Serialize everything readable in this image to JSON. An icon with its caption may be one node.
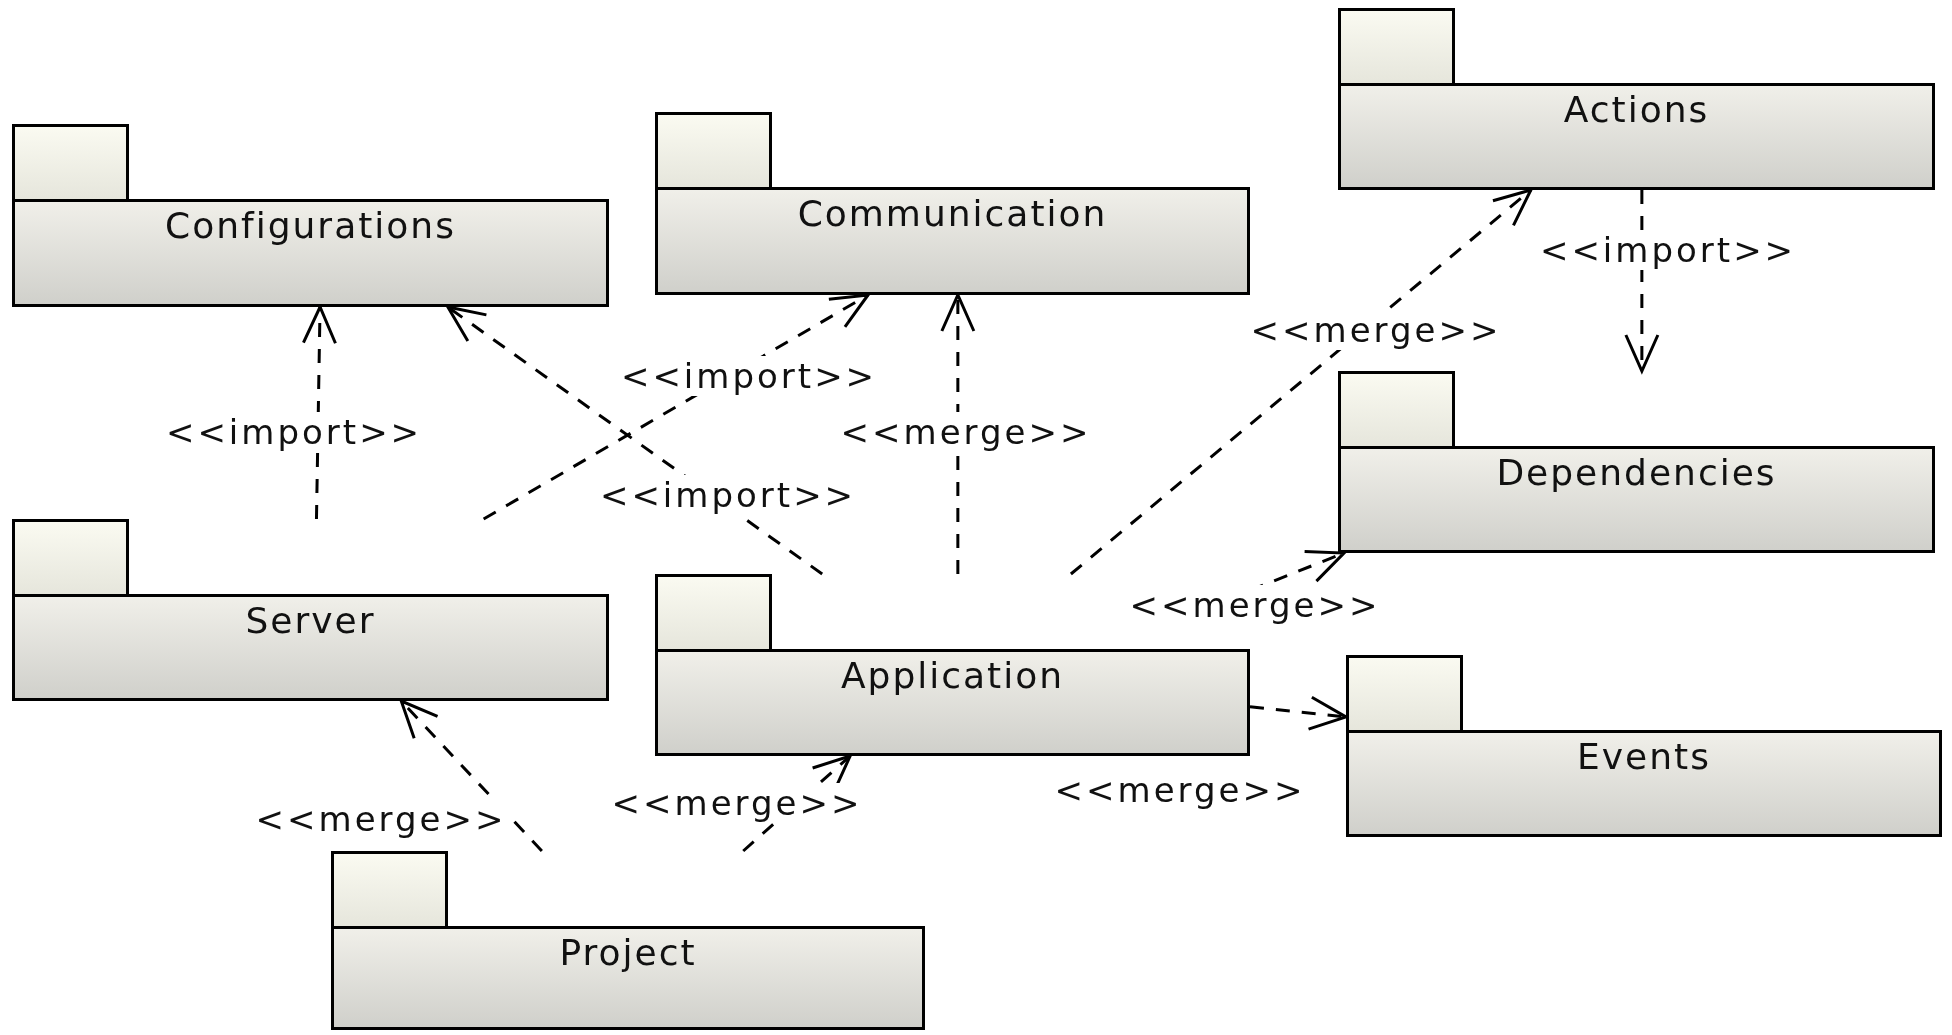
{
  "diagram": {
    "nodes": [
      {
        "text": [
          "Configurations"
        ]
      },
      {
        "text": [
          "Communication"
        ]
      },
      {
        "text": [
          "Actions"
        ]
      },
      {
        "text": [
          "Server"
        ]
      },
      {
        "text": [
          "Dependencies"
        ]
      },
      {
        "text": [
          "Application"
        ]
      },
      {
        "text": [
          "Events"
        ]
      },
      {
        "text": [
          "Project"
        ]
      }
    ],
    "edges": [
      {
        "from": 3,
        "to": 0,
        "arrow": "to",
        "label": "<<import>>",
        "style": "dashed"
      },
      {
        "from": 3,
        "to": 1,
        "arrow": "to",
        "label": "<<import>>",
        "style": "dashed"
      },
      {
        "from": 5,
        "to": 0,
        "arrow": "to",
        "label": "<<import>>",
        "style": "dashed"
      },
      {
        "from": 5,
        "to": 1,
        "arrow": "to",
        "label": "<<merge>>",
        "style": "dashed"
      },
      {
        "from": 5,
        "to": 2,
        "arrow": "to",
        "label": "<<merge>>",
        "style": "dashed"
      },
      {
        "from": 2,
        "to": 4,
        "arrow": "to",
        "label": "<<import>>",
        "style": "dashed"
      },
      {
        "from": 5,
        "to": 4,
        "arrow": "to",
        "label": "<<merge>>",
        "style": "dashed"
      },
      {
        "from": 5,
        "to": 6,
        "arrow": "to",
        "label": "<<merge>>",
        "style": "dashed"
      },
      {
        "from": 7,
        "to": 3,
        "arrow": "to",
        "label": "<<merge>>",
        "style": "dashed"
      },
      {
        "from": 7,
        "to": 5,
        "arrow": "to",
        "label": "<<merge>>",
        "style": "dashed"
      }
    ]
  }
}
